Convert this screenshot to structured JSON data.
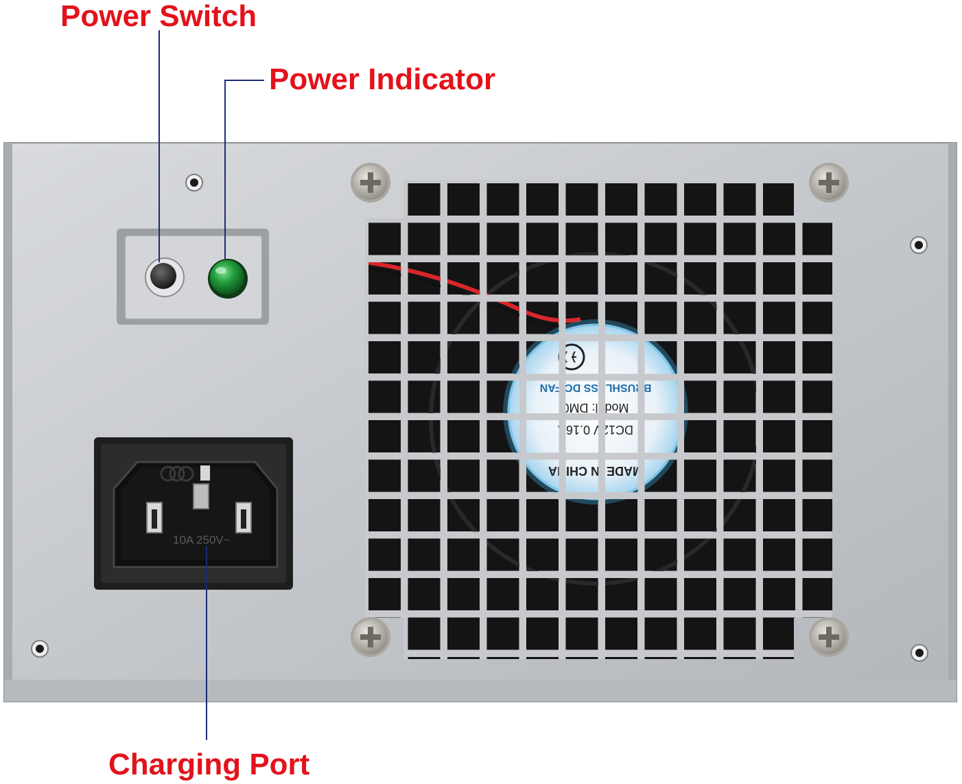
{
  "labels": {
    "power_switch": "Power Switch",
    "power_indicator": "Power Indicator",
    "charging_port": "Charging Port"
  },
  "inlet_marking": "10A 250V~",
  "fan_label_text": {
    "line1": "MADE IN CHINA",
    "line2": "DC12V 0.16A",
    "line3": "Model: DM0",
    "line4": "BRUSHLESS DC FAN"
  },
  "colors": {
    "label_red": "#e3121b",
    "leader_navy": "#1c2a78",
    "chassis_silver": "#c9cbce",
    "indicator_green": "#1f9a3c",
    "fan_wire_red": "#d8262b"
  },
  "icons": {
    "screw": "phillips-screw-icon",
    "ce_mark": "ce-mark-icon"
  }
}
